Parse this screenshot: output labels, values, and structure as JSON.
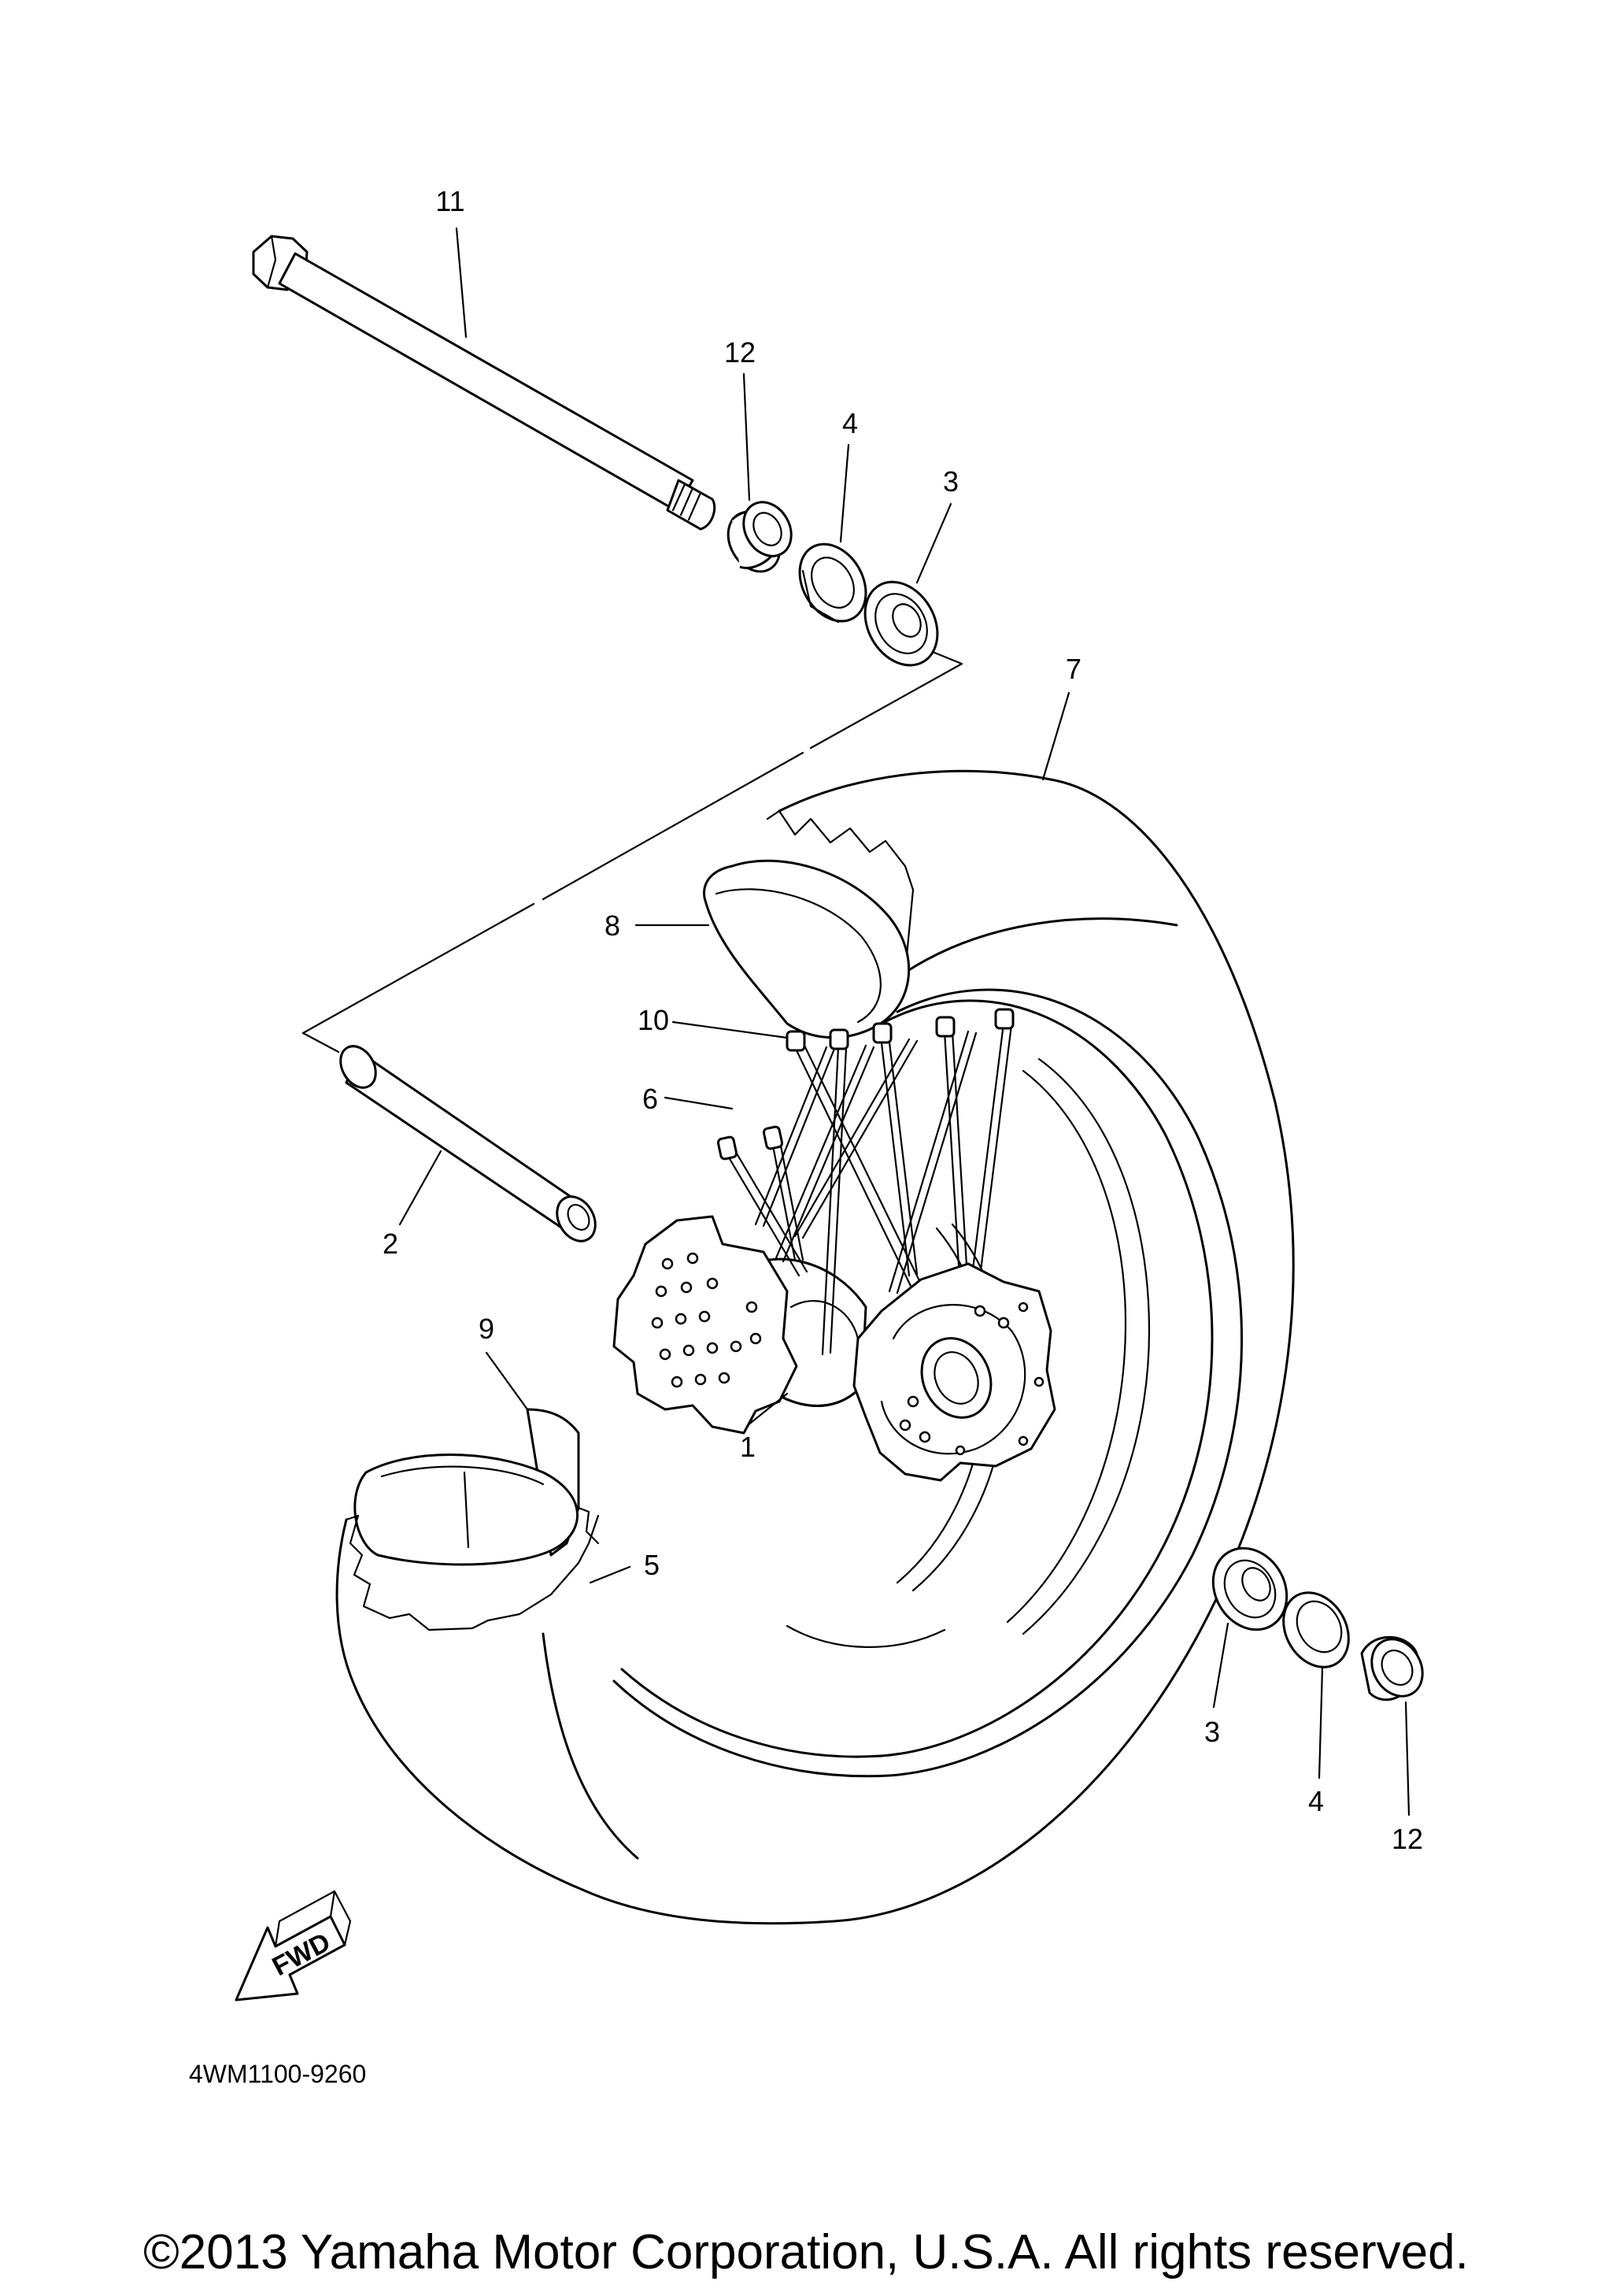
{
  "diagram": {
    "code": "4WM1100-9260",
    "fwd_label": "FWD",
    "callouts": [
      {
        "label": "11"
      },
      {
        "label": "12"
      },
      {
        "label": "4"
      },
      {
        "label": "3"
      },
      {
        "label": "7"
      },
      {
        "label": "8"
      },
      {
        "label": "10"
      },
      {
        "label": "6"
      },
      {
        "label": "2"
      },
      {
        "label": "9"
      },
      {
        "label": "1"
      },
      {
        "label": "5"
      },
      {
        "label": "3"
      },
      {
        "label": "4"
      },
      {
        "label": "12"
      }
    ]
  },
  "footer": {
    "copyright": "©2013 Yamaha Motor Corporation, U.S.A. All rights reserved."
  },
  "icons": [
    "fwd-arrow-icon"
  ]
}
